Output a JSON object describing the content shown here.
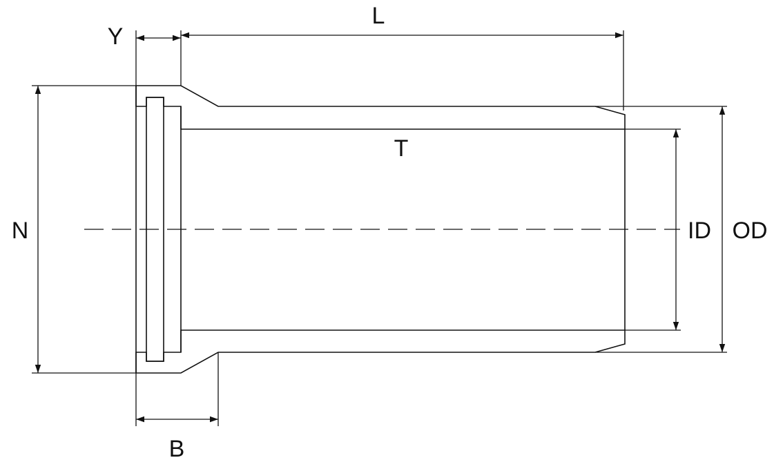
{
  "diagram": {
    "colors": {
      "line": "#111111",
      "wall_fill": "#f1f1f1",
      "wall_dot": "#8a8a8a",
      "background": "#ffffff"
    },
    "labels": {
      "length": "L",
      "socket_depth_y": "Y",
      "socket_outer_diameter": "N",
      "socket_length_b": "B",
      "wall_thickness": "T",
      "inner_diameter": "ID",
      "outer_diameter": "OD"
    }
  }
}
